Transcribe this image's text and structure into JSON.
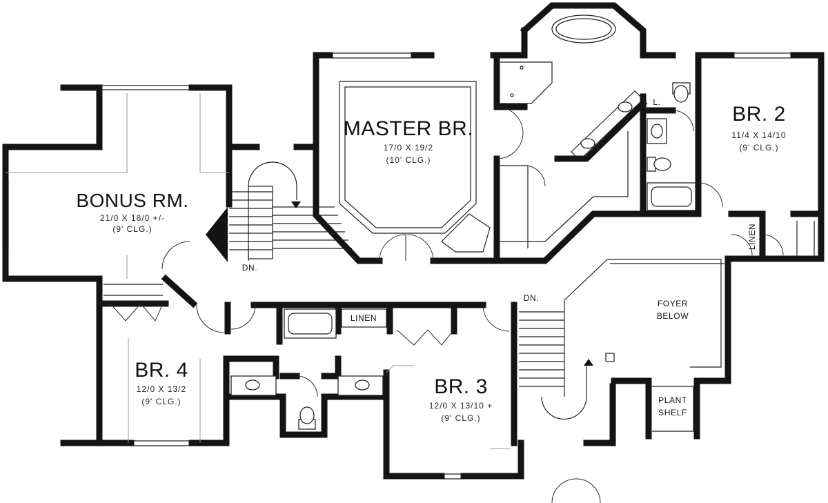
{
  "plan": {
    "rooms": {
      "bonus": {
        "name": "BONUS RM.",
        "size": "21/0 X 18/0 +/-",
        "ceiling": "(9' CLG.)"
      },
      "master": {
        "name": "MASTER BR.",
        "size": "17/0 X 19/2",
        "ceiling": "(10' CLG.)"
      },
      "br2": {
        "name": "BR. 2",
        "size": "11/4 X 14/10",
        "ceiling": "(9' CLG.)"
      },
      "br3": {
        "name": "BR. 3",
        "size": "12/0 X 13/10 +",
        "ceiling": "(9' CLG.)"
      },
      "br4": {
        "name": "BR. 4",
        "size": "12/0 X 13/2",
        "ceiling": "(9' CLG.)"
      }
    },
    "labels": {
      "linen_hall": "LINEN",
      "linen_br2": "LINEN",
      "laundry": "L.",
      "stair_left_dn": "DN.",
      "stair_right_dn": "DN.",
      "foyer_line1": "FOYER",
      "foyer_line2": "BELOW",
      "plant_line1": "PLANT",
      "plant_line2": "SHELF"
    }
  }
}
